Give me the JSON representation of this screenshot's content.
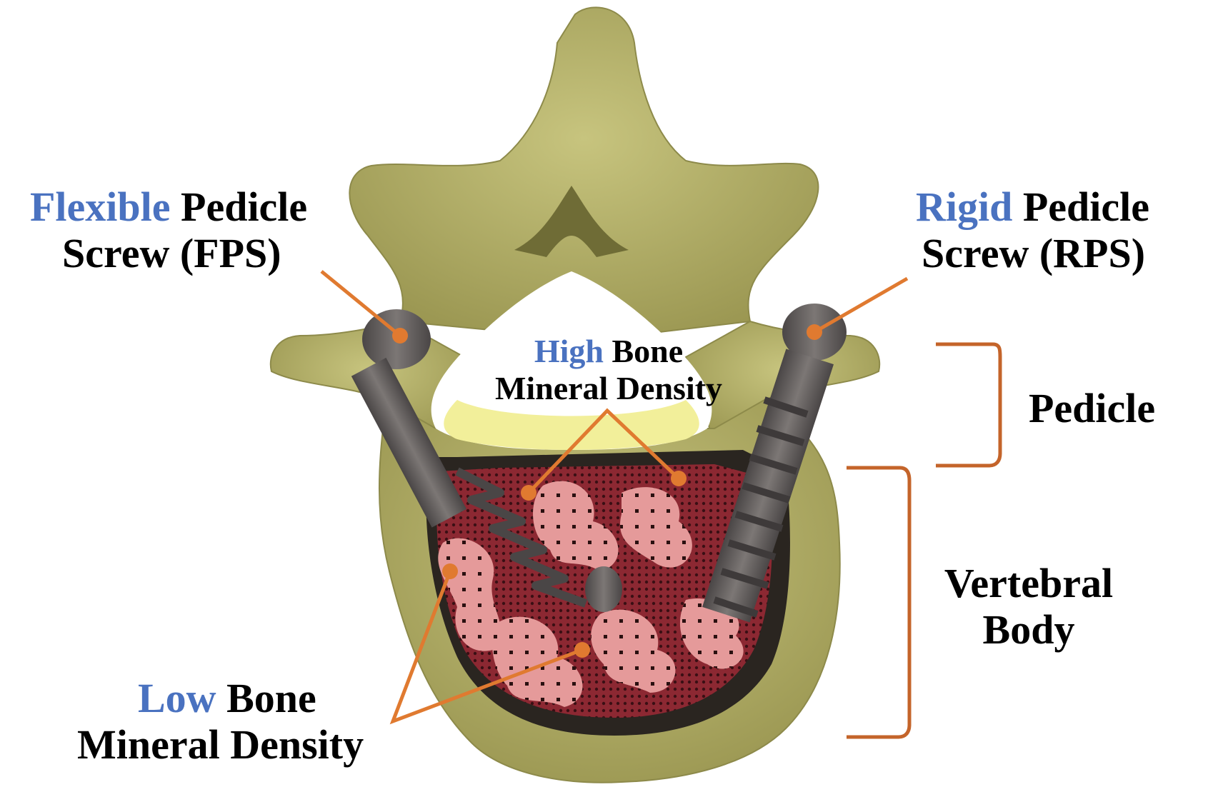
{
  "colors": {
    "bone": "#b5b26a",
    "bone_dark": "#8d8a4a",
    "canal": "#f4f0c6",
    "screw": "#5f5b5a",
    "cancellous": "#8c2832",
    "trabecula": "#e59a9a",
    "leader": "#e07a30",
    "bracket": "#c4642a",
    "accent_text": "#4a72c0"
  },
  "icons": {
    "flexible_screw": "flexible-pedicle-screw-icon",
    "rigid_screw": "rigid-pedicle-screw-icon",
    "vertebra": "vertebra-icon"
  },
  "labels": {
    "fps": {
      "accent": "Flexible",
      "rest": " Pedicle",
      "line2": "Screw (FPS)"
    },
    "rps": {
      "accent": "Rigid",
      "rest": " Pedicle",
      "line2": "Screw (RPS)"
    },
    "high_bmd": {
      "accent": "High",
      "rest": " Bone",
      "line2": "Mineral Density"
    },
    "low_bmd": {
      "accent": "Low",
      "rest": " Bone",
      "line2": "Mineral Density"
    },
    "pedicle": "Pedicle",
    "vertebral_body": {
      "line1": "Vertebral",
      "line2": "Body"
    }
  }
}
